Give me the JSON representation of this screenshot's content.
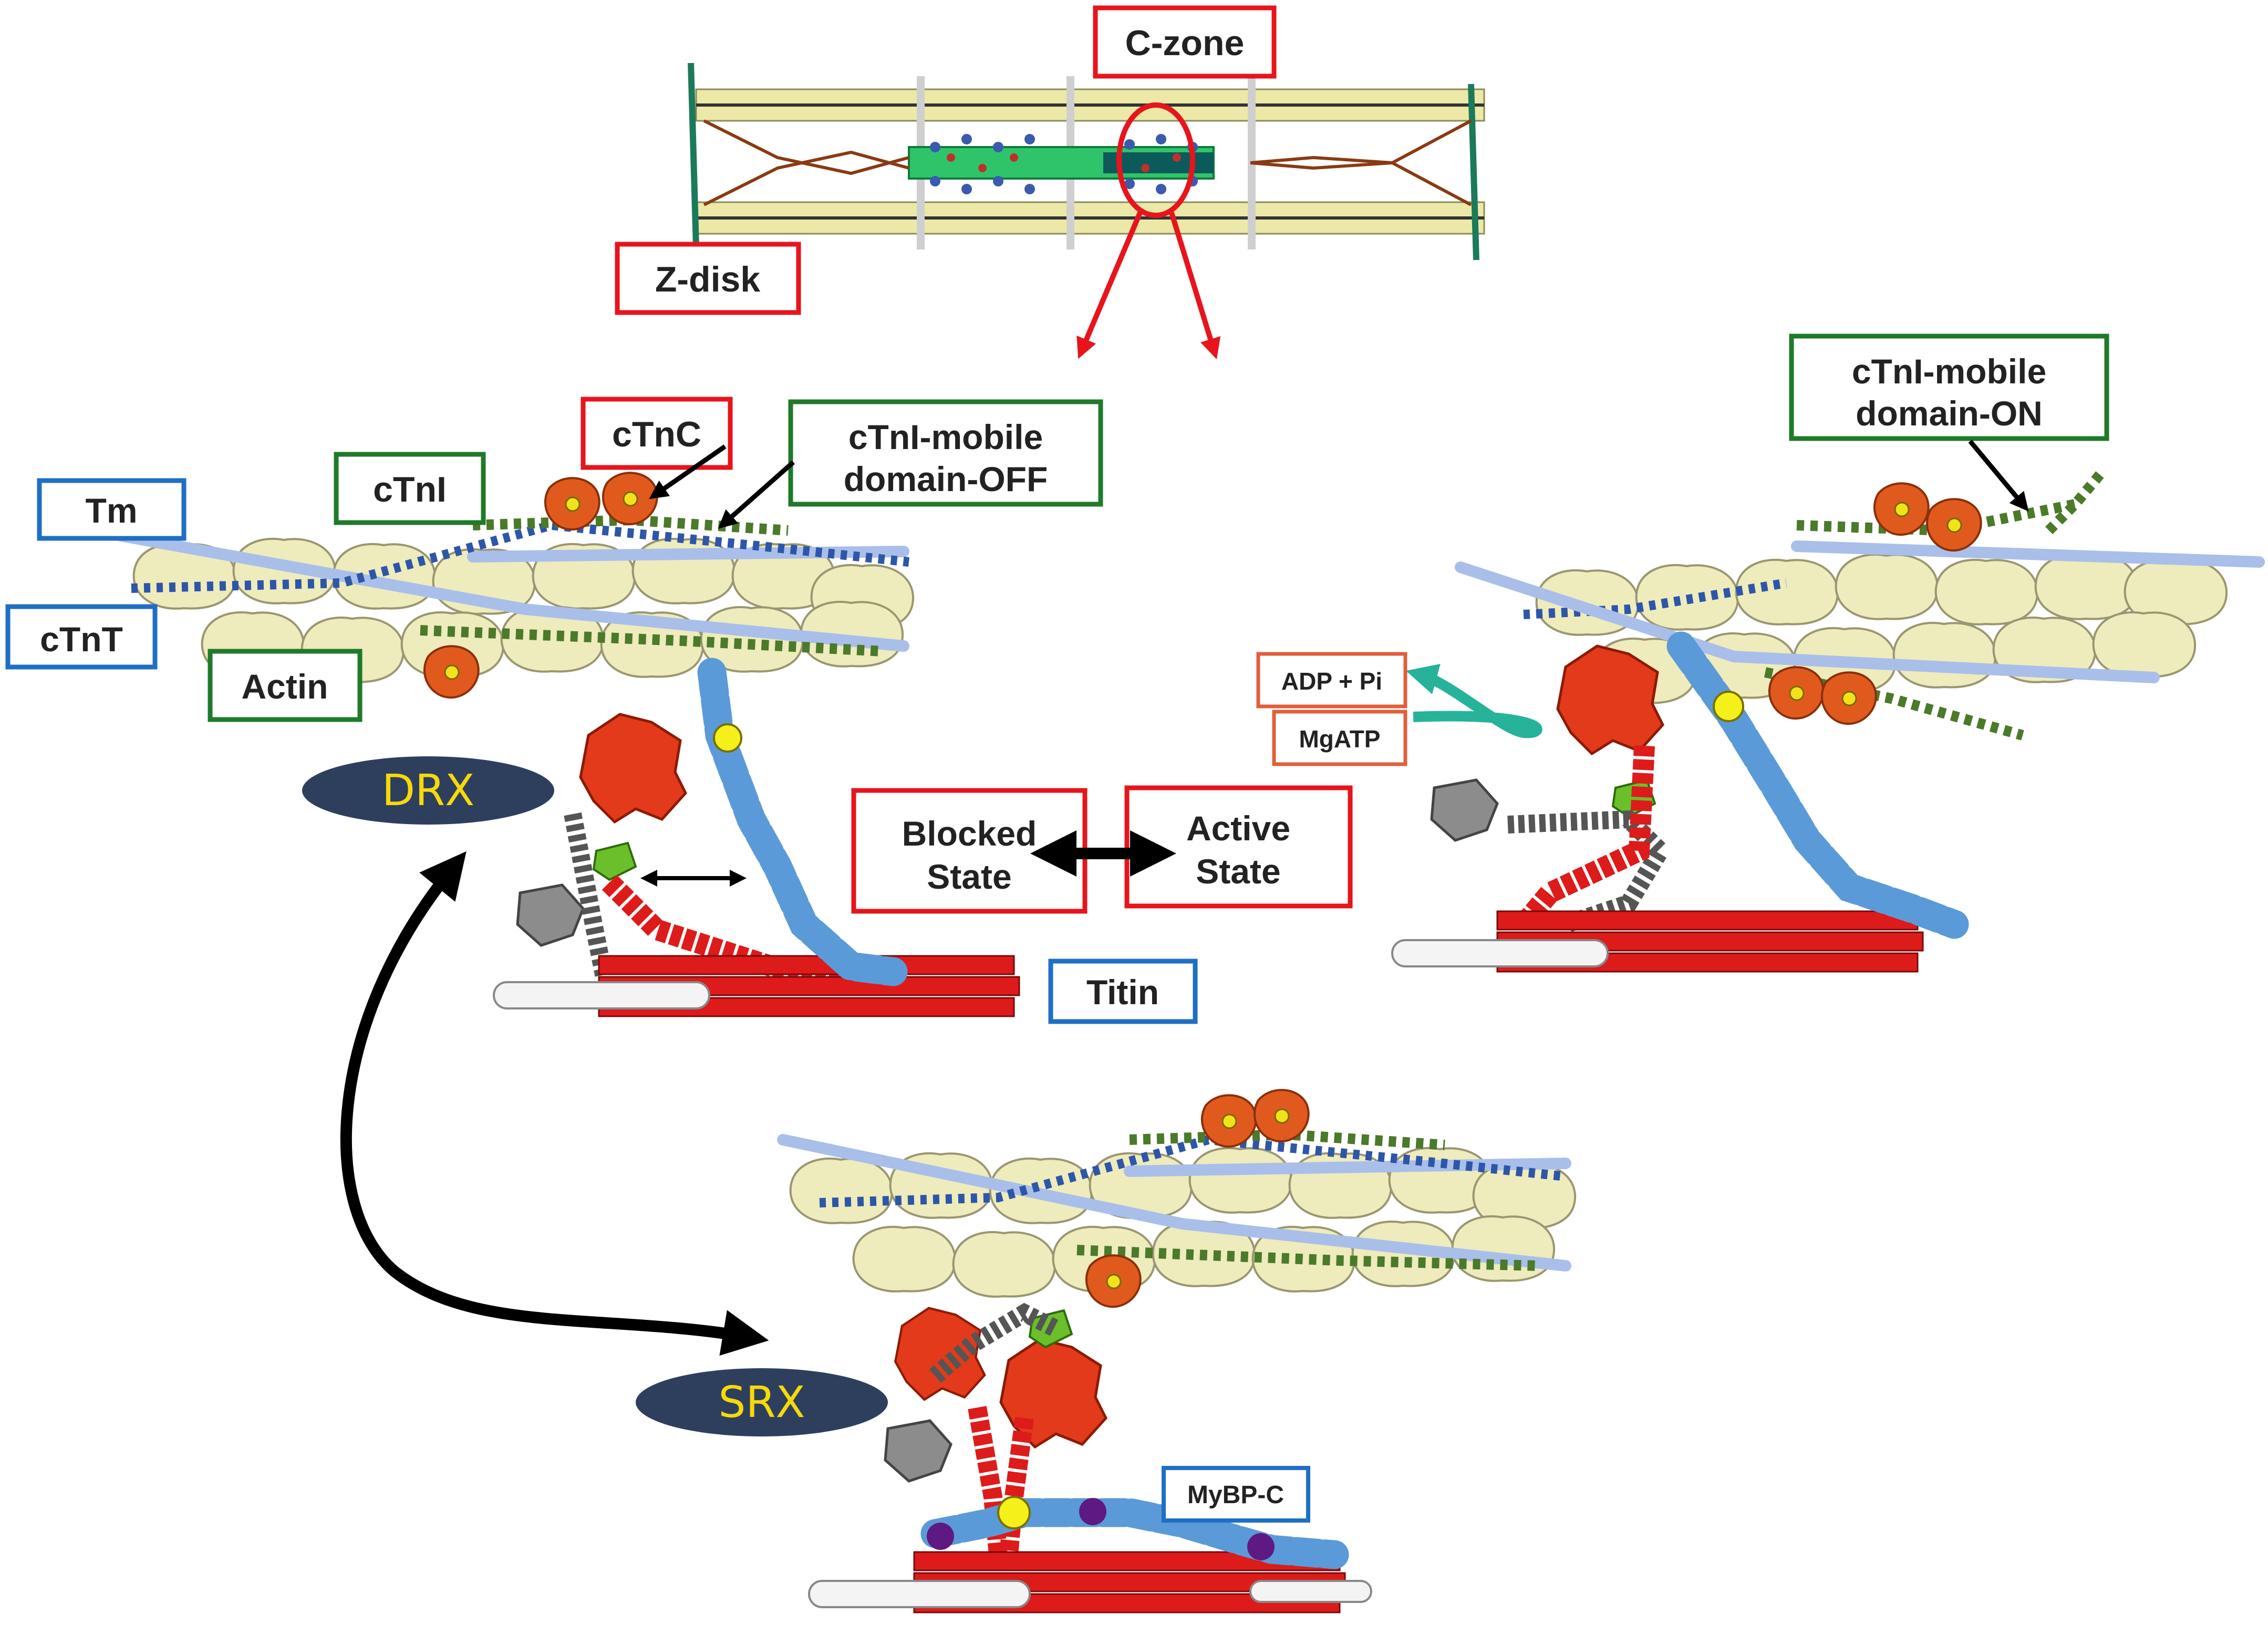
{
  "labels": {
    "c_zone": "C-zone",
    "z_disk": "Z-disk",
    "ctnc": "cTnC",
    "ctni": "cTnI",
    "ctni_off_line1": "cTnI-mobile",
    "ctni_off_line2": "domain-OFF",
    "ctni_on_line1": "cTnI-mobile",
    "ctni_on_line2": "domain-ON",
    "tm": "Tm",
    "ctnt": "cTnT",
    "actin": "Actin",
    "drx": "DRX",
    "srx": "SRX",
    "blocked_line1": "Blocked",
    "blocked_line2": "State",
    "active_line1": "Active",
    "active_line2": "State",
    "titin": "Titin",
    "adp_pi": "ADP + Pi",
    "mgatp": "MgATP",
    "mybpc": "MyBP-C"
  },
  "colors": {
    "red_box": "#e8141c",
    "green_box": "#1f7a2a",
    "blue_box": "#1f6fc4",
    "state_fill": "#2e3f5e",
    "state_text": "#f5d90a",
    "actin": "#eeebbd",
    "tropomyosin": "#a9bfea",
    "troponin": "#e05a1e",
    "myosin_head": "#e23a1a",
    "thick_filament": "#dd1b1b",
    "titin_blue": "#5b9ad8",
    "titin_purple": "#5e1a82",
    "teal_arrow": "#26b39a"
  }
}
